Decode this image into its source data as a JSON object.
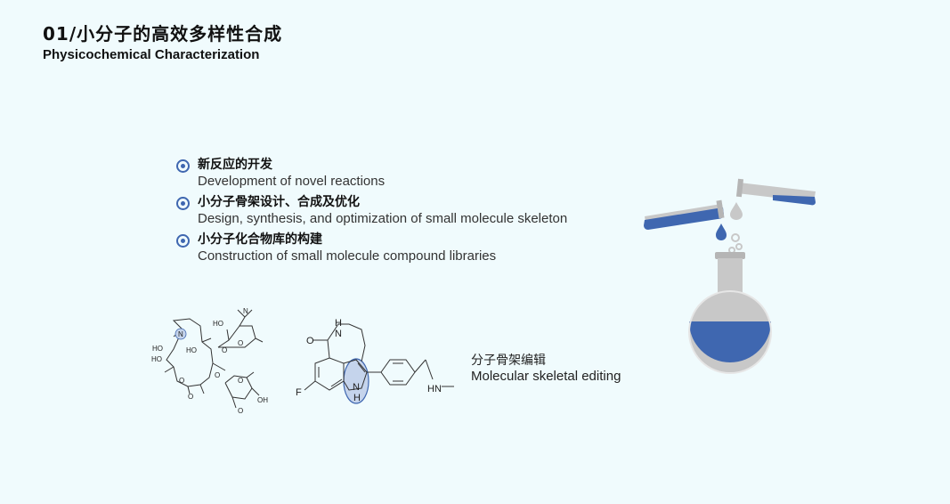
{
  "header": {
    "title_zh": "01/小分子的高效多样性合成",
    "title_en": "Physicochemical Characterization"
  },
  "features": [
    {
      "zh": "新反应的开发",
      "en": "Development of novel reactions"
    },
    {
      "zh": "小分子骨架设计、合成及优化",
      "en": "Design, synthesis, and optimization of small molecule skeleton"
    },
    {
      "zh": "小分子化合物库的构建",
      "en": "Construction of small molecule compound libraries"
    }
  ],
  "molecule_label": {
    "zh": "分子骨架编辑",
    "en": "Molecular skeletal editing"
  },
  "mol1_atoms": {
    "ho1": "HO",
    "ho2": "HO",
    "ho3": "HO",
    "ho4": "HO",
    "oh1": "OH",
    "n1": "N",
    "n2": "N",
    "o1": "O",
    "o2": "O",
    "o3": "O",
    "o4": "O",
    "o5": "O",
    "o6": "O",
    "o7": "O"
  },
  "mol2_atoms": {
    "h": "H",
    "n1": "N",
    "o": "O",
    "f": "F",
    "nh_n": "N",
    "nh_h": "H",
    "hn": "HN"
  },
  "colors": {
    "accent": "#3f67b0",
    "highlight": "#c5d4ec",
    "glass": "#c8c8c8",
    "background": "#f0fbfd"
  },
  "icons": {
    "bullet": "target-icon",
    "flask": "flask-icon"
  }
}
